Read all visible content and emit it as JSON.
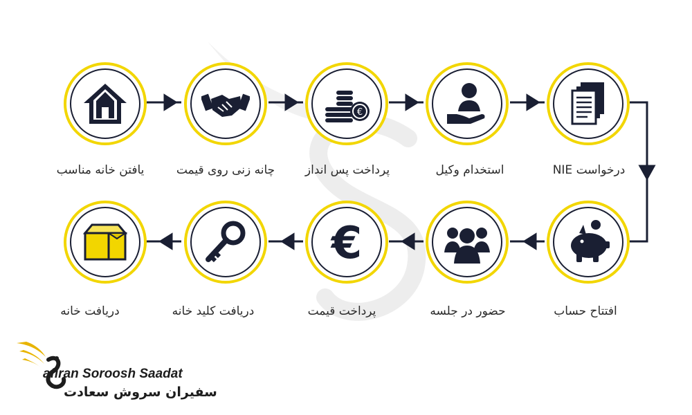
{
  "steps_top": [
    {
      "label": "یافتن خانه مناسب",
      "icon": "house-icon"
    },
    {
      "label": "چانه زنی روی قیمت",
      "icon": "handshake-icon"
    },
    {
      "label": "پرداخت پس انداز",
      "icon": "coins-icon"
    },
    {
      "label": "استخدام وکیل",
      "icon": "lawyer-icon"
    },
    {
      "label": "درخواست NIE",
      "icon": "documents-icon"
    }
  ],
  "steps_bottom": [
    {
      "label": "دریافت خانه",
      "icon": "box-icon"
    },
    {
      "label": "دریافت کلید خانه",
      "icon": "key-icon"
    },
    {
      "label": "پرداخت قیمت",
      "icon": "euro-icon"
    },
    {
      "label": "حضور در جلسه",
      "icon": "group-icon"
    },
    {
      "label": "افتتاح حساب",
      "icon": "piggy-bank-icon"
    }
  ],
  "brand": {
    "name_en": "afiran Soroosh Saadat",
    "name_fa": "سفیران سروش سعادت"
  },
  "colors": {
    "ring": "#f2d600",
    "dark": "#1a1f33",
    "brand_gold": "#e8b400"
  }
}
